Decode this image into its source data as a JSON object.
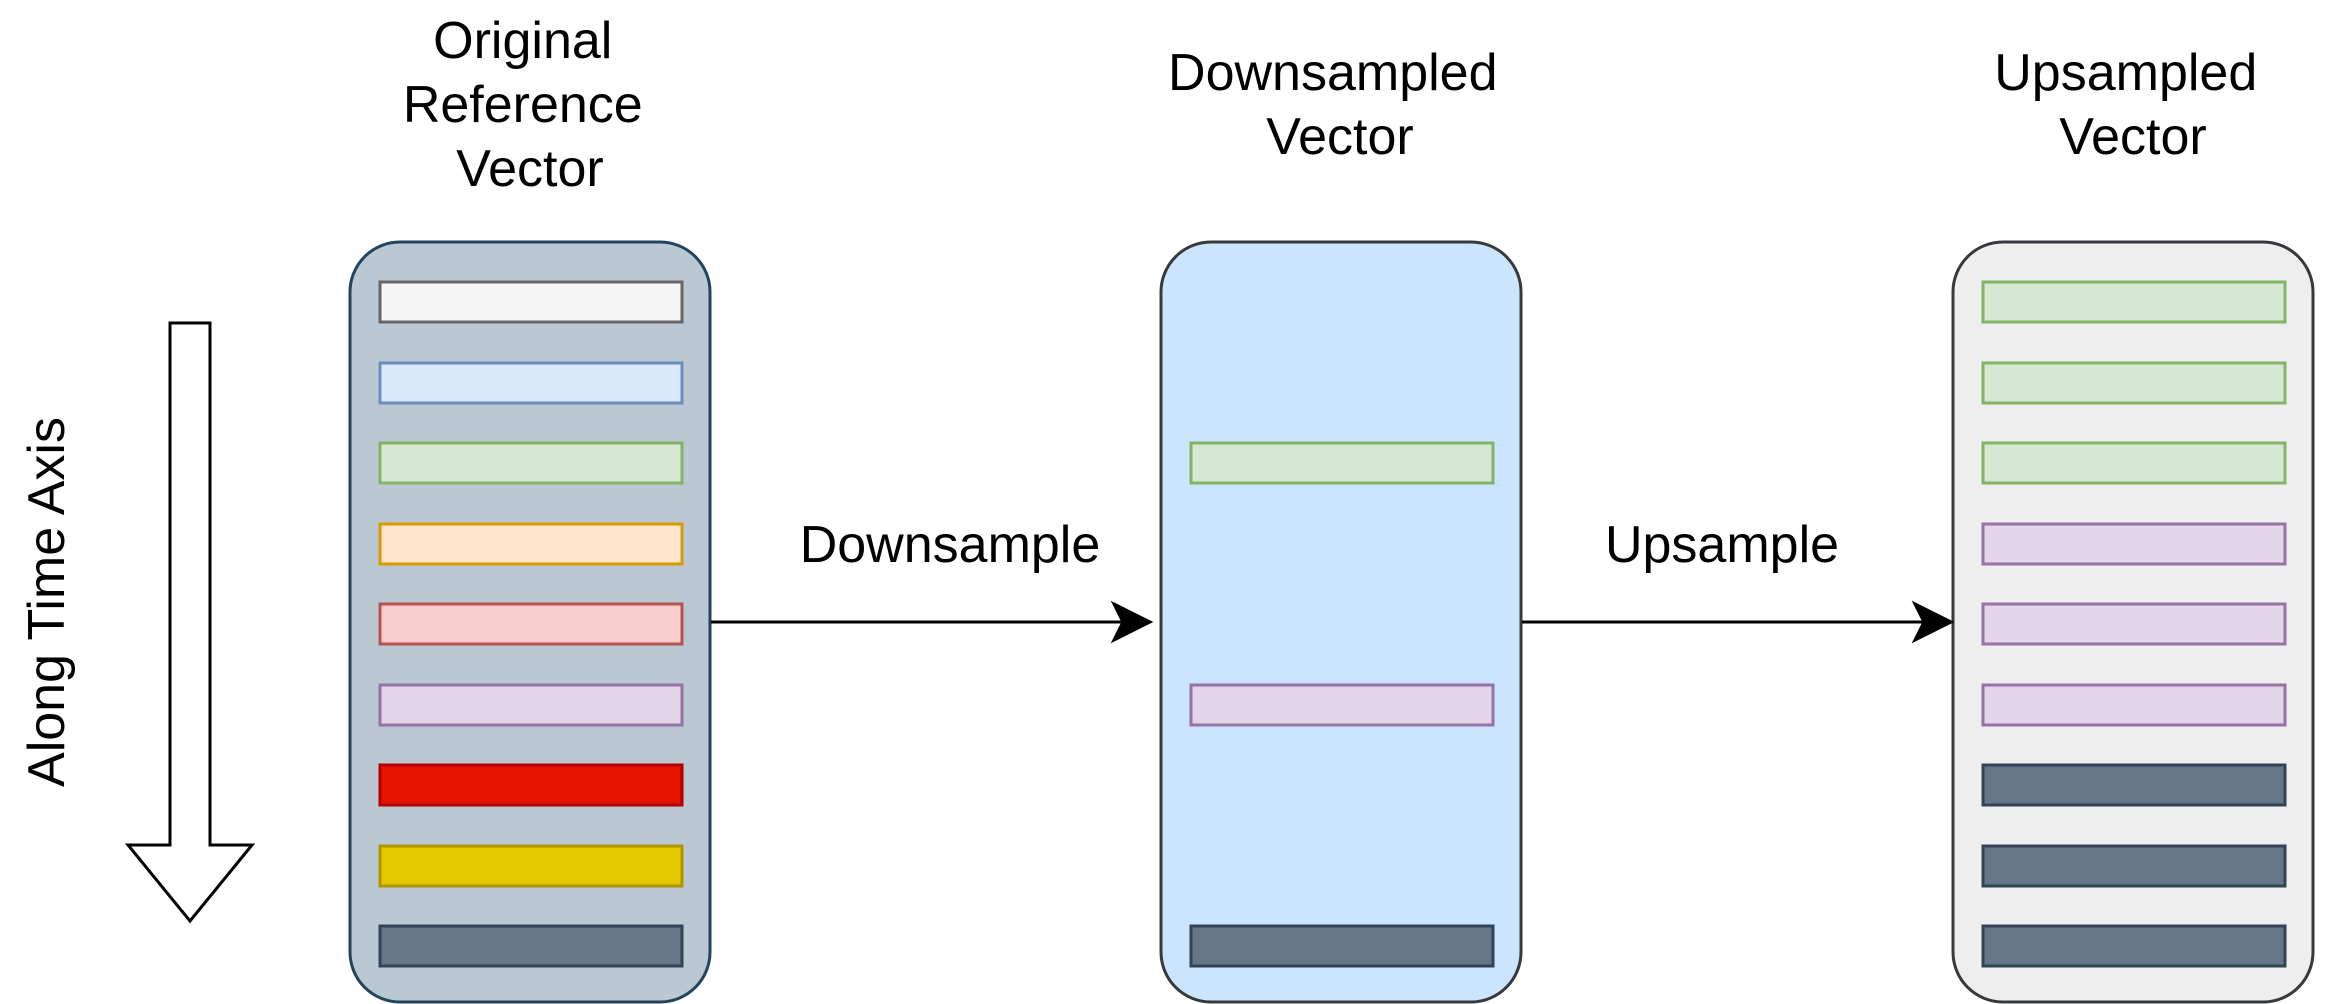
{
  "time_axis": {
    "label": "Along Time Axis"
  },
  "columns": [
    {
      "id": "original",
      "title_lines": [
        "Original",
        "Reference",
        "Vector"
      ],
      "container": {
        "fill": "#bac8d3",
        "stroke": "#23445d"
      },
      "cells": [
        {
          "slot": 0,
          "fill": "#f5f5f5",
          "stroke": "#666666"
        },
        {
          "slot": 1,
          "fill": "#dae8fc",
          "stroke": "#6c8ebf"
        },
        {
          "slot": 2,
          "fill": "#d5e8d4",
          "stroke": "#82b366"
        },
        {
          "slot": 3,
          "fill": "#ffe6cc",
          "stroke": "#d79b00"
        },
        {
          "slot": 4,
          "fill": "#f8cecc",
          "stroke": "#b85450"
        },
        {
          "slot": 5,
          "fill": "#e1d5e7",
          "stroke": "#9673a6"
        },
        {
          "slot": 6,
          "fill": "#e51400",
          "stroke": "#b20000"
        },
        {
          "slot": 7,
          "fill": "#e3c800",
          "stroke": "#b09500"
        },
        {
          "slot": 8,
          "fill": "#647687",
          "stroke": "#314354"
        }
      ]
    },
    {
      "id": "downsampled",
      "title_lines": [
        "Downsampled",
        "Vector"
      ],
      "container": {
        "fill": "#cce5ff",
        "stroke": "#36393d"
      },
      "cells": [
        {
          "slot": 2,
          "fill": "#d5e8d4",
          "stroke": "#82b366"
        },
        {
          "slot": 5,
          "fill": "#e1d5e7",
          "stroke": "#9673a6"
        },
        {
          "slot": 8,
          "fill": "#647687",
          "stroke": "#314354"
        }
      ]
    },
    {
      "id": "upsampled",
      "title_lines": [
        "Upsampled",
        "Vector"
      ],
      "container": {
        "fill": "#eeeeee",
        "stroke": "#36393d"
      },
      "cells": [
        {
          "slot": 0,
          "fill": "#d5e8d4",
          "stroke": "#82b366"
        },
        {
          "slot": 1,
          "fill": "#d5e8d4",
          "stroke": "#82b366"
        },
        {
          "slot": 2,
          "fill": "#d5e8d4",
          "stroke": "#82b366"
        },
        {
          "slot": 3,
          "fill": "#e1d5e7",
          "stroke": "#9673a6"
        },
        {
          "slot": 4,
          "fill": "#e1d5e7",
          "stroke": "#9673a6"
        },
        {
          "slot": 5,
          "fill": "#e1d5e7",
          "stroke": "#9673a6"
        },
        {
          "slot": 6,
          "fill": "#647687",
          "stroke": "#314354"
        },
        {
          "slot": 7,
          "fill": "#647687",
          "stroke": "#314354"
        },
        {
          "slot": 8,
          "fill": "#647687",
          "stroke": "#314354"
        }
      ]
    }
  ],
  "edges": [
    {
      "from": "original",
      "to": "downsampled",
      "label": "Downsample"
    },
    {
      "from": "downsampled",
      "to": "upsampled",
      "label": "Upsample"
    }
  ]
}
